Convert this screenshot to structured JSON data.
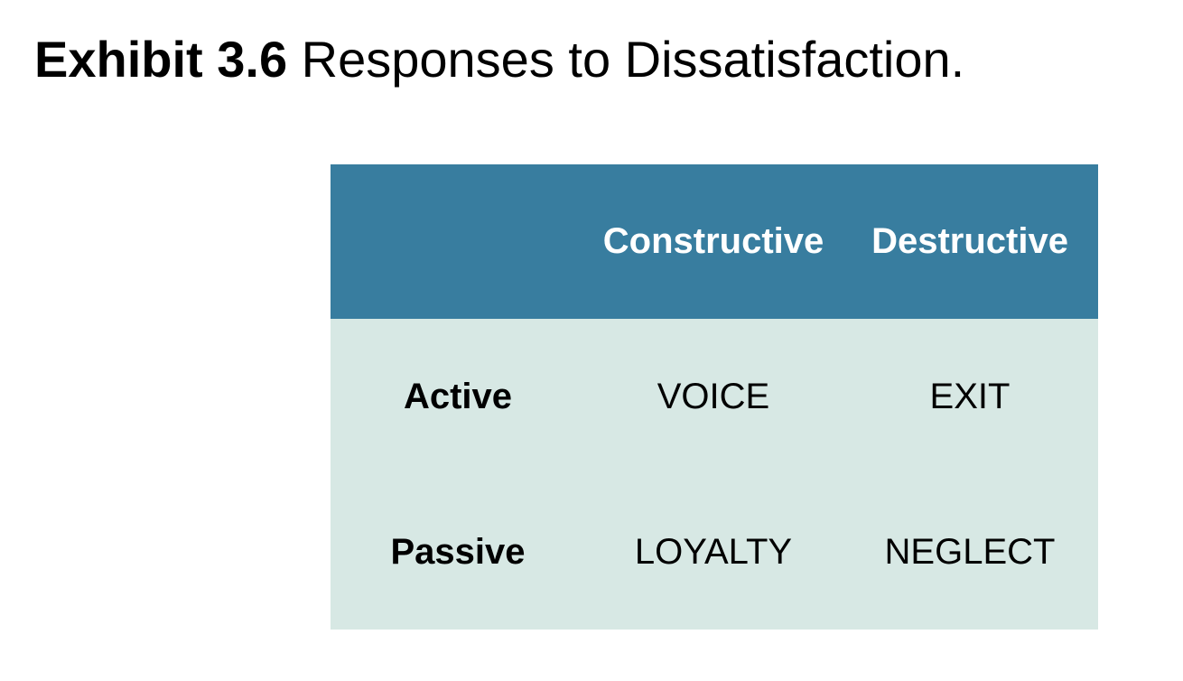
{
  "title": {
    "label": "Exhibit 3.6",
    "text": "Responses to Dissatisfaction."
  },
  "matrix": {
    "corner": "",
    "columns": [
      "Constructive",
      "Destructive"
    ],
    "rows": [
      {
        "label": "Active",
        "cells": [
          "VOICE",
          "EXIT"
        ]
      },
      {
        "label": "Passive",
        "cells": [
          "LOYALTY",
          "NEGLECT"
        ]
      }
    ]
  },
  "colors": {
    "header_background": "#387d9f",
    "header_text": "#ffffff",
    "body_background": "#d7e8e4",
    "body_text": "#000000"
  }
}
